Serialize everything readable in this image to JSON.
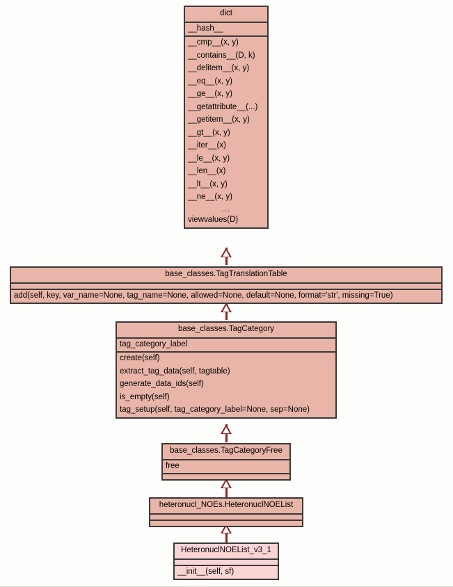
{
  "diagram": {
    "type": "uml-class-diagram",
    "background_color": "#fdfdfb",
    "class_fill_color": "#e8b5a8",
    "leaf_fill_color": "#fbd4d4",
    "border_color": "#3a3a3a",
    "connector_color": "#8b2424",
    "relationship": "generalization"
  },
  "classes": [
    {
      "id": "dict",
      "name": "dict",
      "attributes": [
        "__hash__"
      ],
      "methods": [
        "__cmp__(x, y)",
        "__contains__(D, k)",
        "__delitem__(x, y)",
        "__eq__(x, y)",
        "__ge__(x, y)",
        "__getattribute__(...)",
        "__getitem__(x, y)",
        "__gt__(x, y)",
        "__iter__(x)",
        "__le__(x, y)",
        "__len__(x)",
        "__lt__(x, y)",
        "__ne__(x, y)",
        "...",
        "viewvalues(D)"
      ]
    },
    {
      "id": "tag-translation-table",
      "name": "base_classes.TagTranslationTable",
      "attributes": [],
      "methods": [
        "add(self, key, var_name=None, tag_name=None, allowed=None, default=None, format='str', missing=True)"
      ]
    },
    {
      "id": "tag-category",
      "name": "base_classes.TagCategory",
      "attributes": [
        "tag_category_label"
      ],
      "methods": [
        "create(self)",
        "extract_tag_data(self, tagtable)",
        "generate_data_ids(self)",
        "is_empty(self)",
        "tag_setup(self, tag_category_label=None, sep=None)"
      ]
    },
    {
      "id": "tag-category-free",
      "name": "base_classes.TagCategoryFree",
      "attributes": [
        "free"
      ],
      "methods": []
    },
    {
      "id": "heteronucl-noe-list",
      "name": "heteronucl_NOEs.HeteronuclNOEList",
      "attributes": [],
      "methods": []
    },
    {
      "id": "heteronucl-noe-list-v3-1",
      "name": "HeteronuclNOEList_v3_1",
      "attributes": [],
      "methods": [
        "__init__(self, sf)"
      ]
    }
  ],
  "generalizations": [
    {
      "from": "tag-translation-table",
      "to": "dict"
    },
    {
      "from": "tag-category",
      "to": "tag-translation-table"
    },
    {
      "from": "tag-category-free",
      "to": "tag-category"
    },
    {
      "from": "heteronucl-noe-list",
      "to": "tag-category-free"
    },
    {
      "from": "heteronucl-noe-list-v3-1",
      "to": "heteronucl-noe-list"
    }
  ]
}
